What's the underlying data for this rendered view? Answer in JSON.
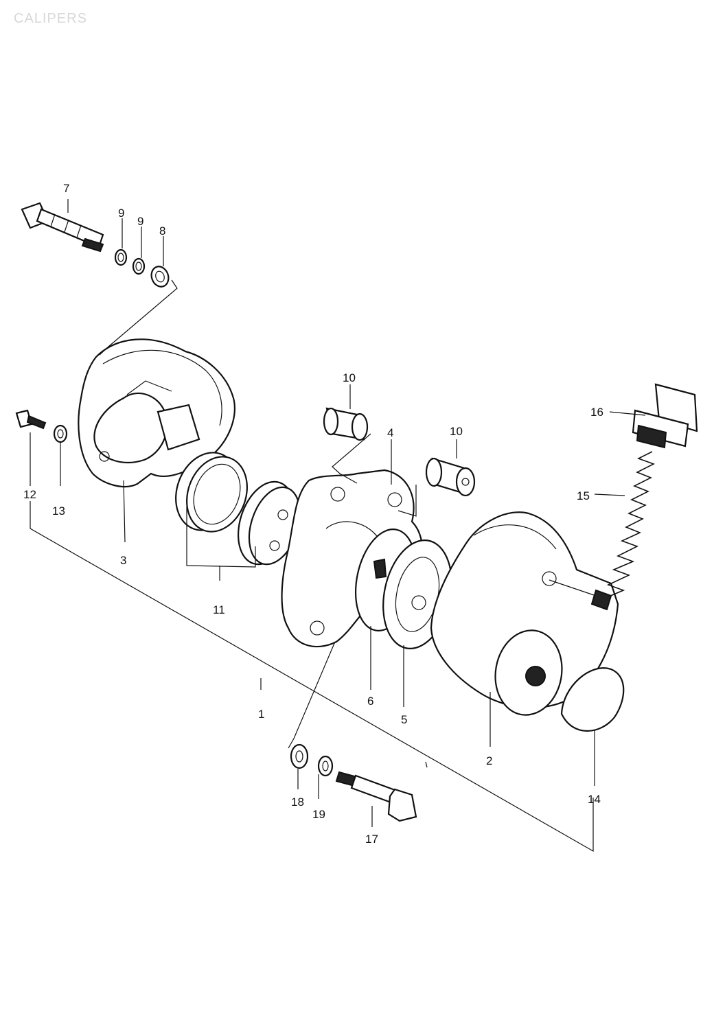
{
  "header": {
    "title": "CALIPERS"
  },
  "callouts": [
    {
      "id": "c7",
      "label": "7"
    },
    {
      "id": "c9a",
      "label": "9"
    },
    {
      "id": "c9b",
      "label": "9"
    },
    {
      "id": "c8",
      "label": "8"
    },
    {
      "id": "c10a",
      "label": "10"
    },
    {
      "id": "c4",
      "label": "4"
    },
    {
      "id": "c10b",
      "label": "10"
    },
    {
      "id": "c16",
      "label": "16"
    },
    {
      "id": "c15",
      "label": "15"
    },
    {
      "id": "c12",
      "label": "12"
    },
    {
      "id": "c13",
      "label": "13"
    },
    {
      "id": "c3",
      "label": "3"
    },
    {
      "id": "c11",
      "label": "11"
    },
    {
      "id": "c6",
      "label": "6"
    },
    {
      "id": "c5",
      "label": "5"
    },
    {
      "id": "c1",
      "label": "1"
    },
    {
      "id": "c2",
      "label": "2"
    },
    {
      "id": "c14",
      "label": "14"
    },
    {
      "id": "c18",
      "label": "18"
    },
    {
      "id": "c19",
      "label": "19"
    },
    {
      "id": "c17",
      "label": "17"
    }
  ]
}
